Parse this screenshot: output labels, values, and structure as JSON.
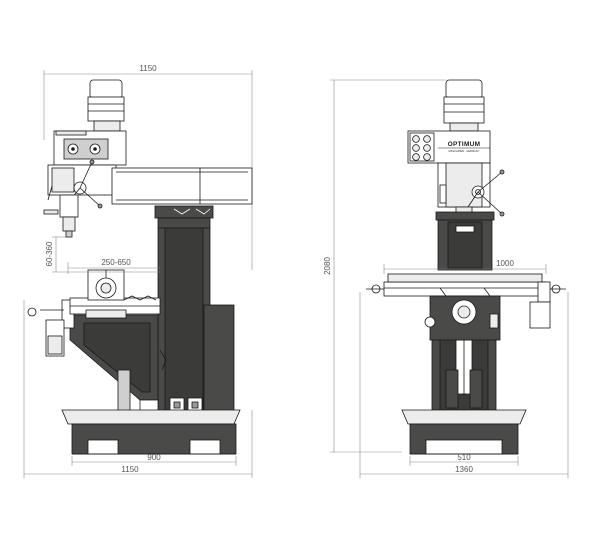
{
  "brand": {
    "name": "OPTIMUM",
    "subline": "MASCHINEN - GERMANY",
    "accent_color": "#4a4a48"
  },
  "side_view": {
    "dim_top_width": "1150",
    "dim_spindle_travel": "60-360",
    "dim_reach": "250-650",
    "dim_base_depth": "900",
    "dim_bottom_width": "1150"
  },
  "front_view": {
    "dim_height": "2080",
    "dim_table_travel": "1000",
    "dim_base_width": "510",
    "dim_overall_width": "1360"
  }
}
